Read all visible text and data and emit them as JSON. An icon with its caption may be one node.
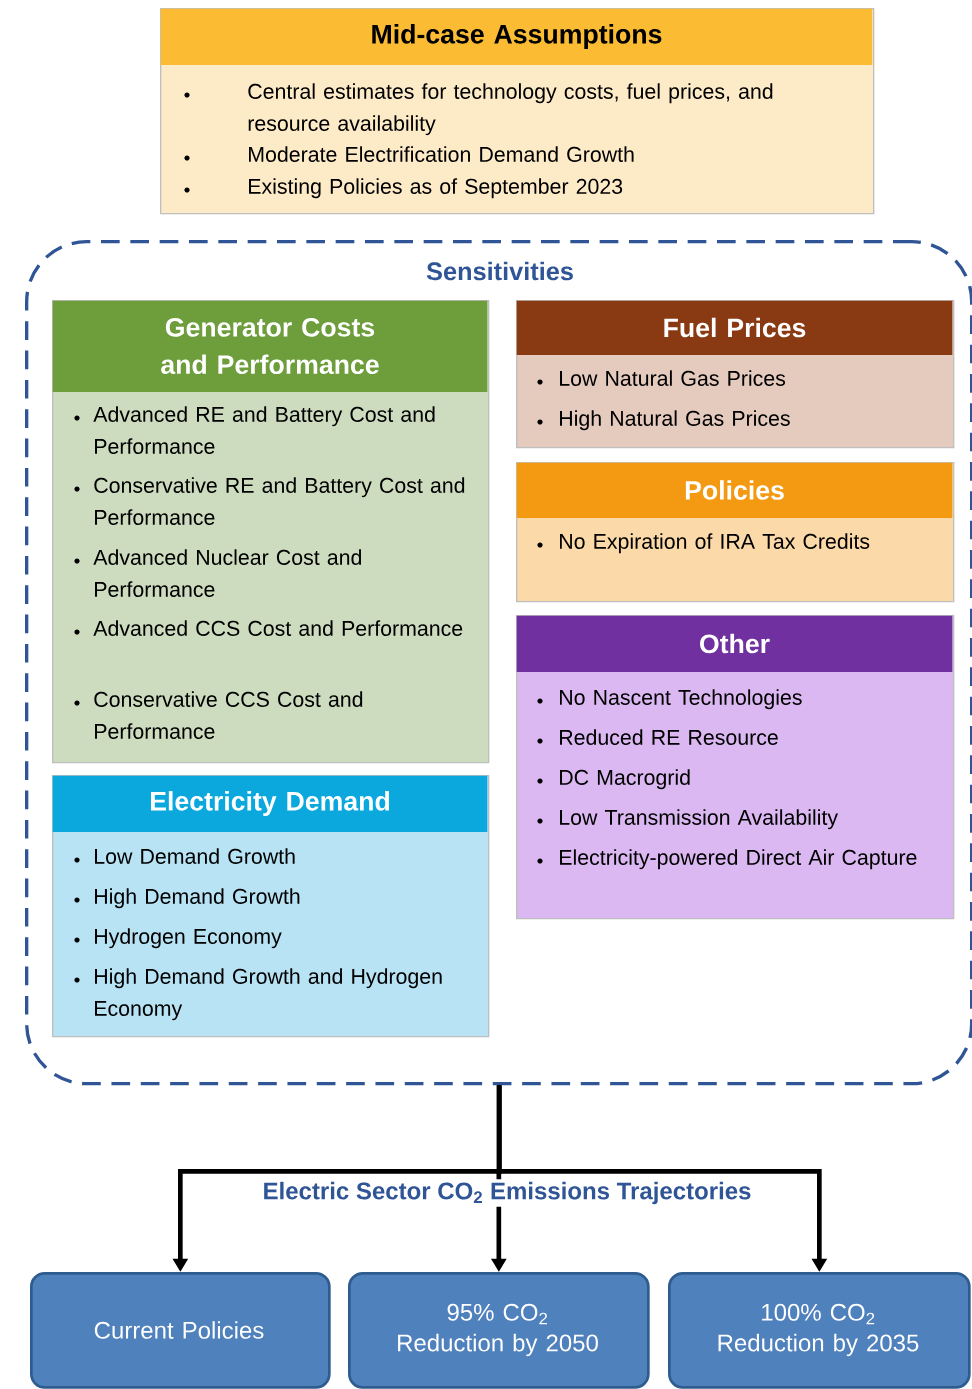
{
  "diagram": {
    "nodes": [
      {
        "text": [
          "Mid-case Assumptions",
          "Central estimates for technology costs, fuel prices, and resource availability",
          "Moderate Electrification Demand Growth",
          "Existing Policies as of September 2023"
        ]
      },
      {
        "text": [
          "Sensitivities"
        ]
      },
      {
        "text": [
          "Generator Costs and Performance",
          "Advanced RE and Battery Cost and Performance",
          "Conservative RE and Battery Cost and Performance",
          "Advanced Nuclear Cost and Performance",
          "Advanced CCS Cost and Performance",
          "Conservative CCS Cost and Performance"
        ],
        "in": 1
      },
      {
        "text": [
          "Electricity Demand",
          "Low Demand Growth",
          "High Demand Growth",
          "Hydrogen Economy",
          "High Demand Growth and Hydrogen Economy"
        ],
        "in": 1
      },
      {
        "text": [
          "Fuel Prices",
          "Low Natural Gas Prices",
          "High Natural Gas Prices"
        ],
        "in": 1
      },
      {
        "text": [
          "Policies",
          "No Expiration of IRA Tax Credits"
        ],
        "in": 1
      },
      {
        "text": [
          "Other",
          "No Nascent Technologies",
          "Reduced RE Resource",
          "DC Macrogrid",
          "Low Transmission Availability",
          "Electricity-powered Direct Air Capture"
        ],
        "in": 1
      },
      {
        "text": [
          "Current Policies"
        ]
      },
      {
        "text": [
          "95% CO$_{2}$ Reduction by 2050"
        ]
      },
      {
        "text": [
          "100% CO$_{2}$ Reduction by 2035"
        ]
      }
    ],
    "edges": [
      {
        "from": 1,
        "to": 7,
        "arrow": "to"
      },
      {
        "from": 1,
        "to": 8,
        "arrow": "to"
      },
      {
        "from": 1,
        "to": 9,
        "arrow": "to"
      }
    ],
    "labels": [
      "Electric Sector CO$_{2}$ Emissions Trajectories"
    ]
  }
}
